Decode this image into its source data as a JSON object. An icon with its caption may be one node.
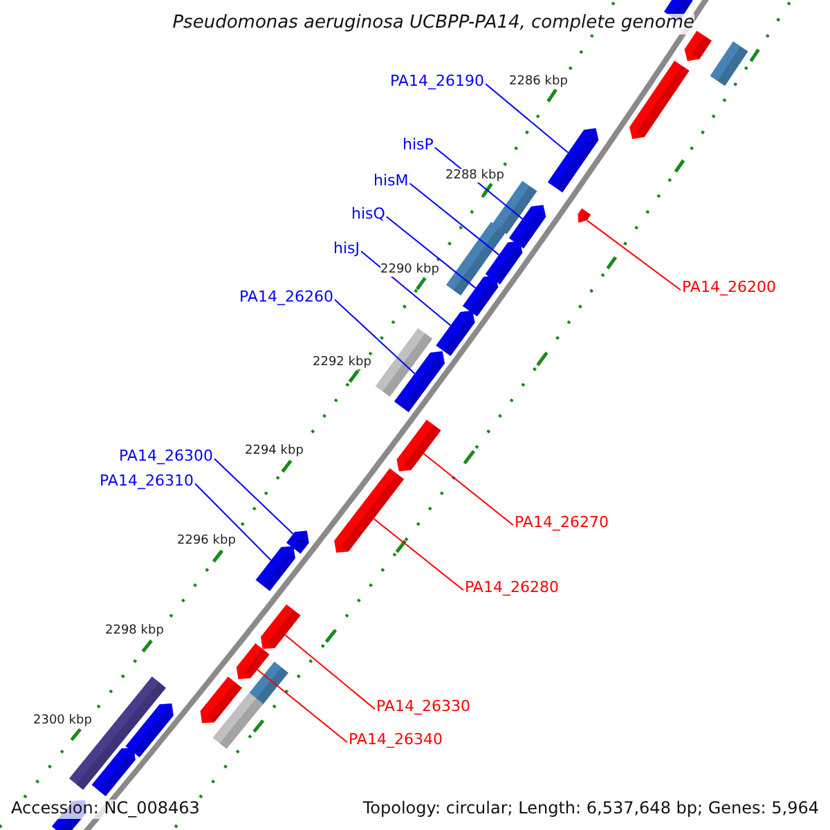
{
  "diagram": {
    "title": "Pseudomonas aeruginosa UCBPP-PA14, complete genome",
    "nodes": [
      {
        "text": [
          "PA14_26190"
        ]
      },
      {
        "text": [
          "hisP"
        ]
      },
      {
        "text": [
          "hisM"
        ]
      },
      {
        "text": [
          "hisQ"
        ]
      },
      {
        "text": [
          "hisJ"
        ]
      },
      {
        "text": [
          "PA14_26200"
        ]
      },
      {
        "text": [
          "PA14_26260"
        ]
      },
      {
        "text": [
          "PA14_26300"
        ]
      },
      {
        "text": [
          "PA14_26310"
        ]
      },
      {
        "text": [
          "PA14_26270"
        ]
      },
      {
        "text": [
          "PA14_26280"
        ]
      },
      {
        "text": [
          "PA14_26330"
        ]
      },
      {
        "text": [
          "PA14_26340"
        ]
      },
      {
        "text": [],
        "shape": "bar"
      },
      {
        "text": [],
        "shape": "bar"
      },
      {
        "text": [],
        "shape": "bar"
      },
      {
        "text": [],
        "shape": "bar"
      },
      {
        "text": [],
        "shape": "bar"
      },
      {
        "text": [],
        "shape": "bar"
      },
      {
        "text": [],
        "shape": "bar"
      },
      {
        "text": [],
        "shape": "bar"
      },
      {
        "text": [],
        "shape": "bar"
      },
      {
        "text": [],
        "shape": "bar"
      },
      {
        "text": [],
        "shape": "bar"
      },
      {
        "text": [],
        "shape": "bar"
      },
      {
        "text": [],
        "shape": "bar"
      },
      {
        "text": [],
        "shape": "bar"
      },
      {
        "text": [],
        "shape": "bar"
      },
      {
        "text": [],
        "shape": "bar"
      },
      {
        "text": [],
        "shape": "bar"
      },
      {
        "text": [],
        "shape": "bar"
      },
      {
        "text": [],
        "shape": "bar"
      },
      {
        "text": [],
        "shape": "bar"
      },
      {
        "text": [],
        "shape": "bar"
      },
      {
        "text": [],
        "shape": "bar"
      },
      {
        "text": [],
        "shape": "bar"
      },
      {
        "text": [],
        "shape": "bar"
      },
      {
        "text": [],
        "shape": "bar"
      },
      {
        "text": [],
        "shape": "bar"
      },
      {
        "text": [],
        "shape": "bar"
      }
    ],
    "edges": [
      {
        "from": 0,
        "to": 17,
        "arrow": "none"
      },
      {
        "from": 1,
        "to": 20,
        "arrow": "none"
      },
      {
        "from": 2,
        "to": 22,
        "arrow": "none"
      },
      {
        "from": 3,
        "to": 23,
        "arrow": "none"
      },
      {
        "from": 4,
        "to": 24,
        "arrow": "none"
      },
      {
        "from": 5,
        "to": 19,
        "arrow": "none",
        "color": "#ff0000"
      },
      {
        "from": 6,
        "to": 26,
        "arrow": "none"
      },
      {
        "from": 7,
        "to": 29,
        "arrow": "none"
      },
      {
        "from": 8,
        "to": 30,
        "arrow": "none"
      },
      {
        "from": 9,
        "to": 27,
        "arrow": "none",
        "color": "#ff0000"
      },
      {
        "from": 10,
        "to": 28,
        "arrow": "none",
        "color": "#ff0000"
      },
      {
        "from": 11,
        "to": 31,
        "arrow": "none",
        "color": "#ff0000"
      },
      {
        "from": 12,
        "to": 32,
        "arrow": "none",
        "color": "#ff0000"
      }
    ],
    "labels": [
      "2286 kbp",
      "2288 kbp",
      "2290 kbp",
      "2292 kbp",
      "2294 kbp",
      "2296 kbp",
      "2298 kbp",
      "2300 kbp",
      "Accession: NC_008463",
      "Topology: circular; Length: 6,537,648 bp; Genes: 5,964"
    ]
  }
}
